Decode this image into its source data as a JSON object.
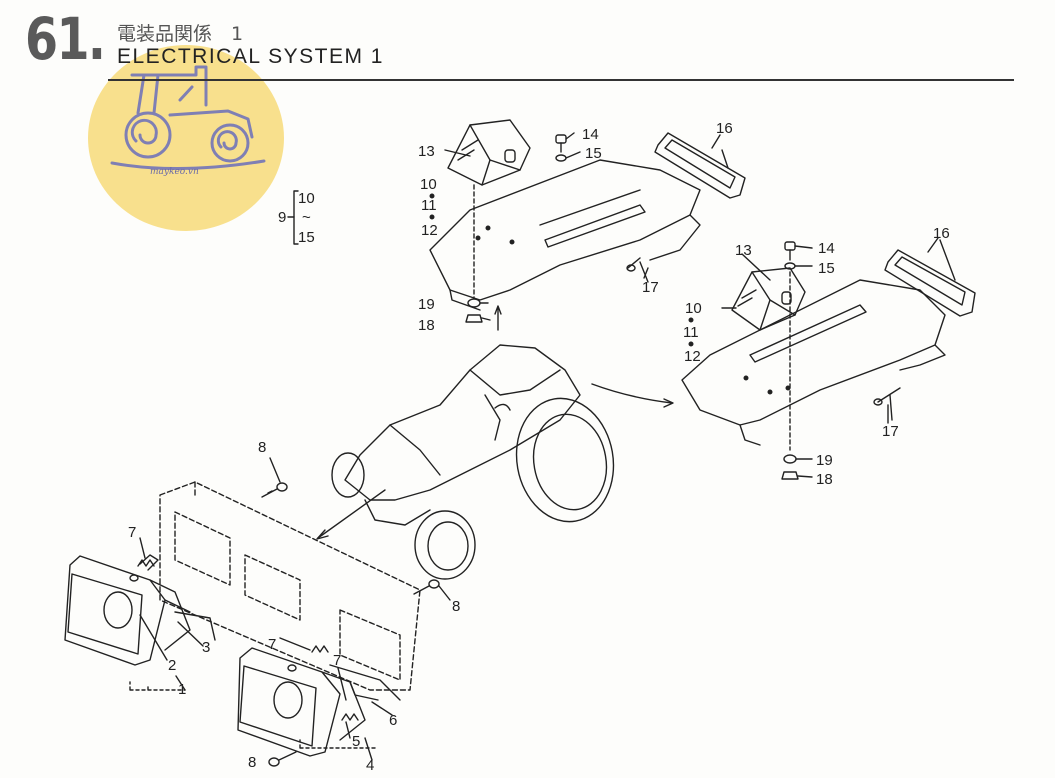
{
  "header": {
    "section_number": "61.",
    "title_jp": "電装品関係　1",
    "title_en": "ELECTRICAL  SYSTEM  1"
  },
  "logo": {
    "text": "maykeo.vn",
    "color": "#f8dc7a"
  },
  "callouts": {
    "c1": "1",
    "c2": "2",
    "c3": "3",
    "c4": "4",
    "c5": "5",
    "c6": "6",
    "c7a": "7",
    "c7b": "7",
    "c7c": "7",
    "c8a": "8",
    "c8b": "8",
    "c8c": "8",
    "c9": "9",
    "c10": "10",
    "c10b": "10",
    "c10c": "10",
    "c11": "11",
    "c11b": "11",
    "c12": "12",
    "c12b": "12",
    "c13": "13",
    "c13b": "13",
    "c14": "14",
    "c14b": "14",
    "c15": "15",
    "c15b": "15",
    "c15c": "15",
    "c16": "16",
    "c16b": "16",
    "c17": "17",
    "c17b": "17",
    "c18": "18",
    "c18b": "18",
    "c19": "19",
    "c19b": "19",
    "tilde": "~"
  }
}
